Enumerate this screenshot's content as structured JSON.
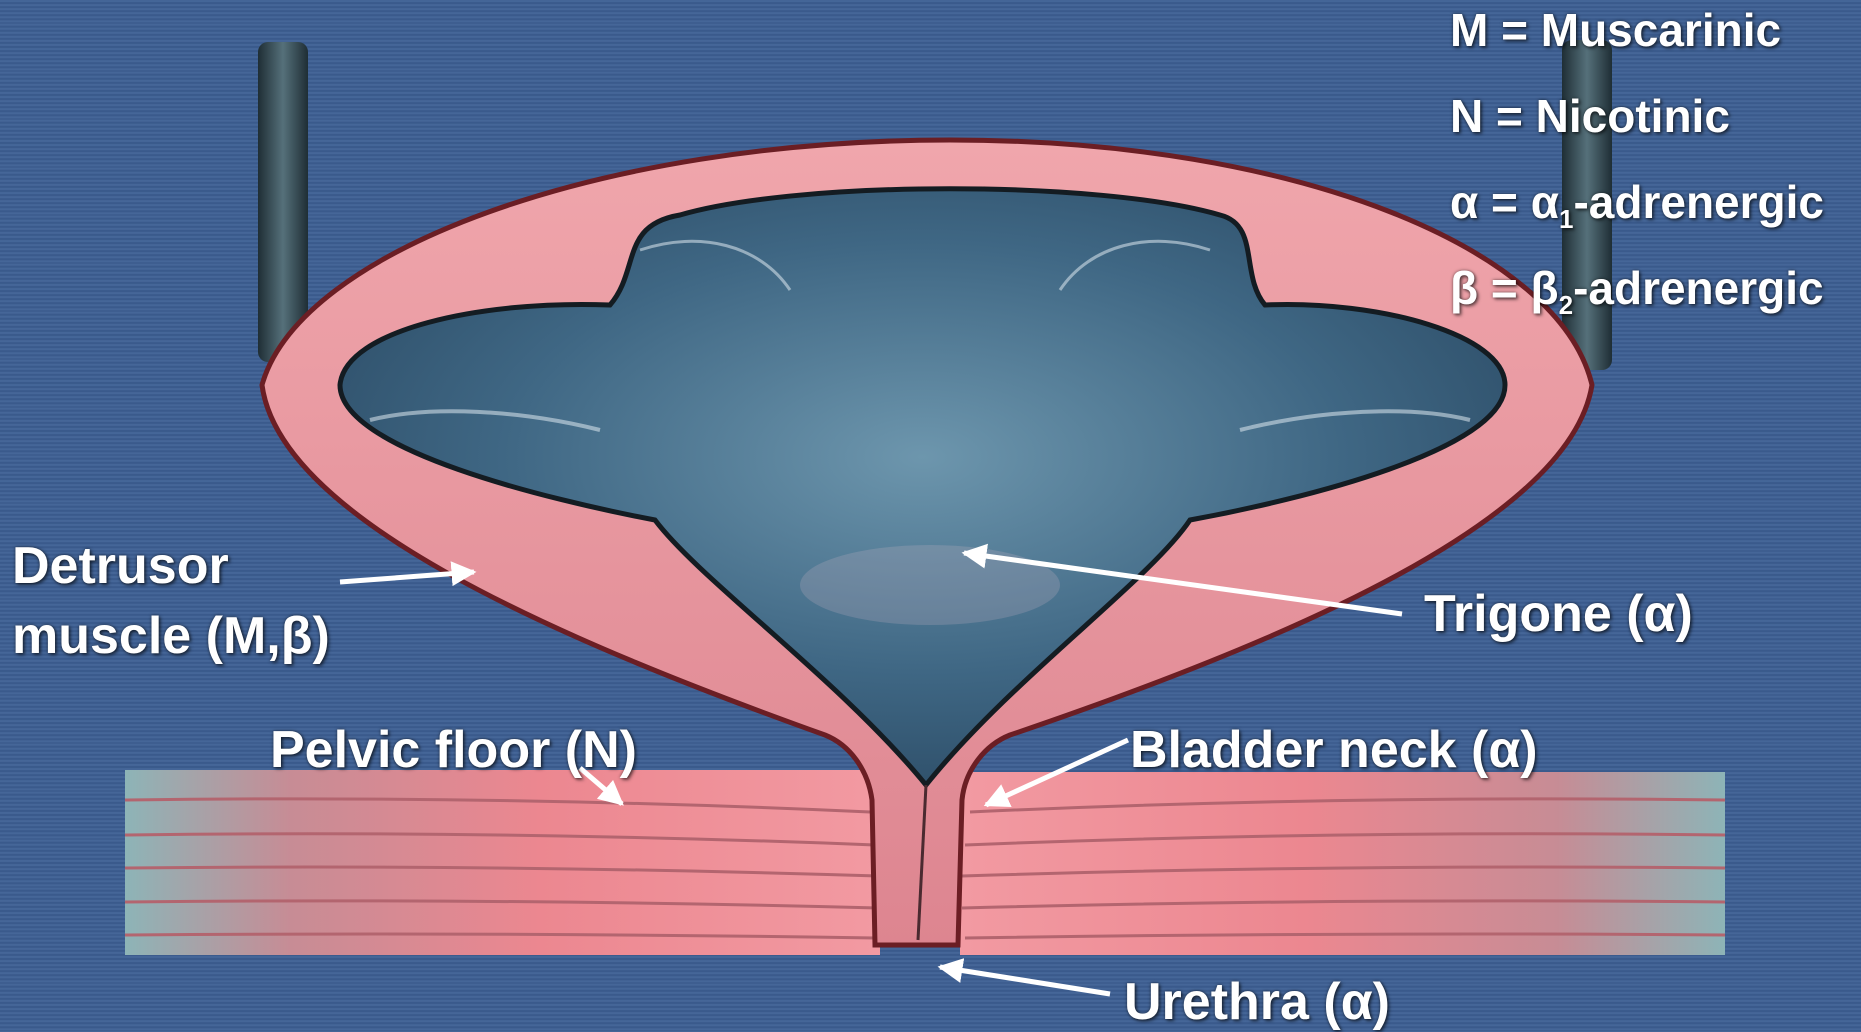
{
  "legend": [
    {
      "symbol": "M",
      "sep": " = ",
      "text": "Muscarinic",
      "sub": "",
      "suffix": ""
    },
    {
      "symbol": "N",
      "sep": " = ",
      "text": "Nicotinic",
      "sub": "",
      "suffix": ""
    },
    {
      "symbol": "α",
      "sep": " = ",
      "text": "α",
      "sub": "1",
      "suffix": "-adrenergic"
    },
    {
      "symbol": "β",
      "sep": " = ",
      "text": "β",
      "sub": "2",
      "suffix": "-adrenergic"
    }
  ],
  "labels": {
    "detrusor_line1": "Detrusor",
    "detrusor_line2": "muscle (M,β)",
    "trigone": "Trigone (α)",
    "pelvic_floor": "Pelvic floor (N)",
    "bladder_neck": "Bladder neck (α)",
    "urethra": "Urethra (α)"
  },
  "colors": {
    "background": "#3d5f93",
    "bladder_wall": "#e8959c",
    "bladder_lumen": "#46708e",
    "muscle": "#e27d86",
    "muscle_edge": "#8fb2b5",
    "ureter": "#3b4e55",
    "text": "#ffffff"
  }
}
